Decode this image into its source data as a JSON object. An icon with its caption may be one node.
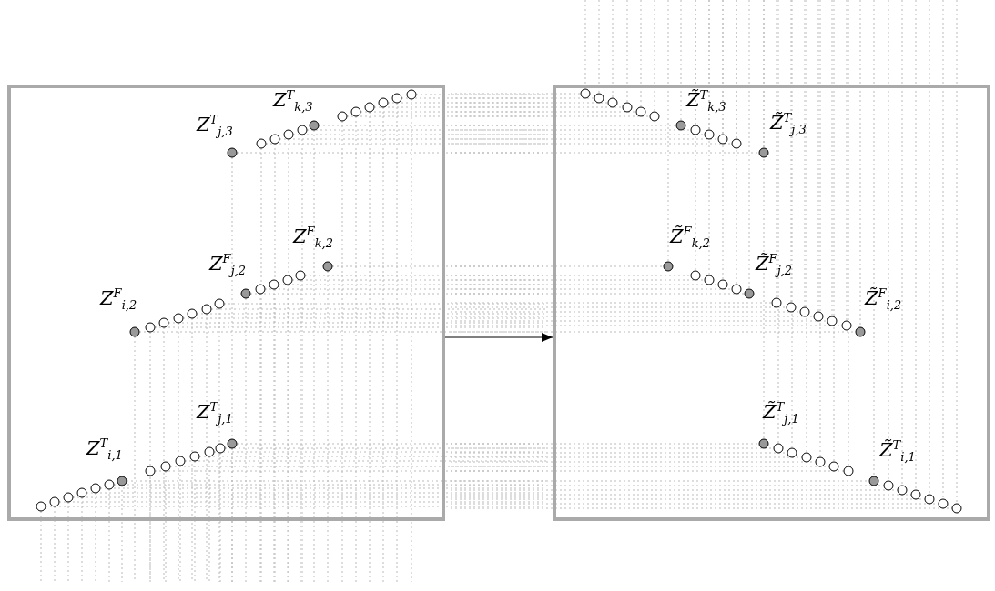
{
  "diagram": {
    "nodes": [
      {
        "text": [],
        "shape": "box"
      },
      {
        "text": [],
        "shape": "box"
      }
    ],
    "edges": [
      {
        "from": 0,
        "to": 1,
        "arrow": "to"
      }
    ],
    "labels": [
      "Z$^{T}$$_{k,3}$",
      "Z$^{T}$$_{j,3}$",
      "Z$^{F}$$_{k,2}$",
      "Z$^{F}$$_{j,2}$",
      "Z$^{F}$$_{i,2}$",
      "Z$^{T}$$_{j,1}$",
      "Z$^{T}$$_{i,1}$",
      "Z̃$^{T}$$_{k,3}$",
      "Z̃$^{T}$$_{j,3}$",
      "Z̃$^{F}$$_{k,2}$",
      "Z̃$^{F}$$_{j,2}$",
      "Z̃$^{F}$$_{i,2}$",
      "Z̃$^{T}$$_{j,1}$",
      "Z̃$^{T}$$_{i,1}$"
    ]
  }
}
